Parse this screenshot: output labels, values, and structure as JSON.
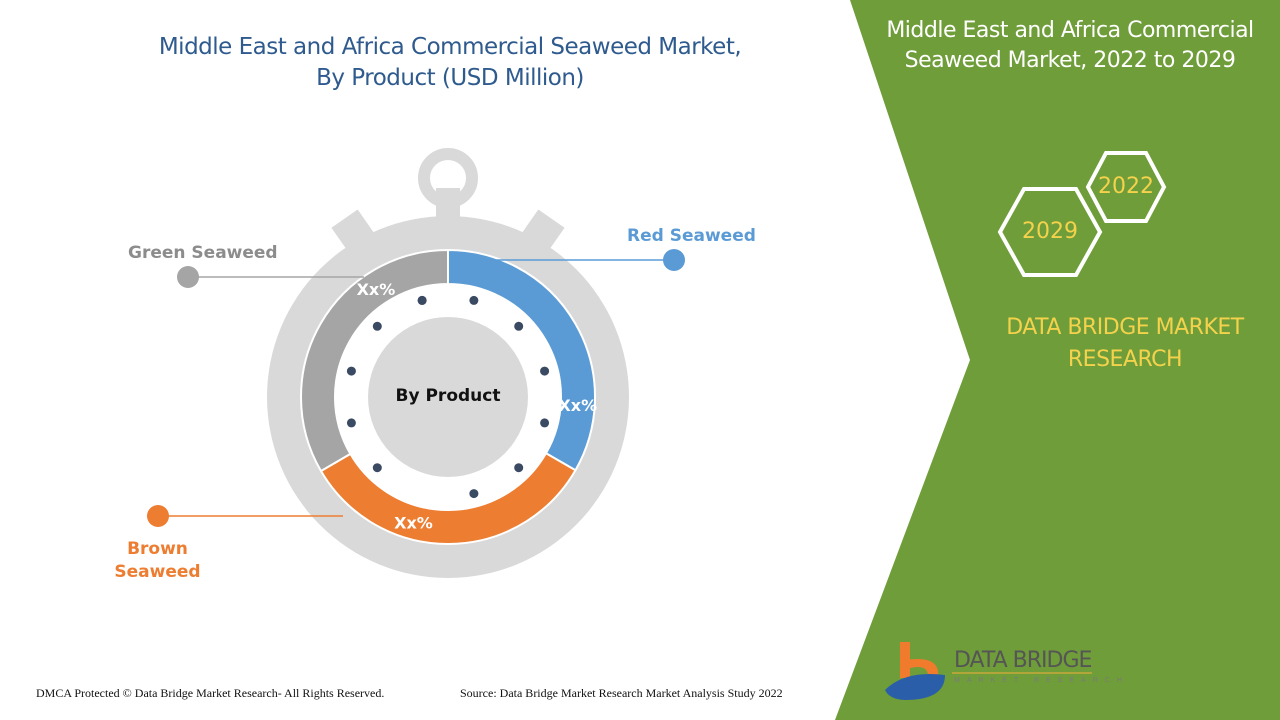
{
  "title_line1": "Middle East and Africa Commercial Seaweed Market,",
  "title_line2": "By Product (USD Million)",
  "side_panel": {
    "title_line1": "Middle East and Africa Commercial",
    "title_line2": "Seaweed Market, 2022 to 2029",
    "year_start": "2022",
    "year_end": "2029",
    "brand_line1": "DATA BRIDGE MARKET",
    "brand_line2": "RESEARCH",
    "color": "#6f9d3a"
  },
  "chart_data": {
    "type": "pie",
    "style": "donut (stopwatch)",
    "center_label": "By Product",
    "segments": [
      {
        "name": "Red Seaweed",
        "label": "Xx%",
        "share": 33.3,
        "color": "#5b9bd5"
      },
      {
        "name": "Brown Seaweed",
        "label": "Xx%",
        "share": 33.3,
        "color": "#ed7d31"
      },
      {
        "name": "Green Seaweed",
        "label": "Xx%",
        "share": 33.4,
        "color": "#a5a5a5"
      }
    ]
  },
  "legend": {
    "red": "Red Seaweed",
    "green": "Green Seaweed",
    "brown_line1": "Brown",
    "brown_line2": "Seaweed"
  },
  "logo": {
    "name": "DATA BRIDGE",
    "sub": "MARKET RESEARCH"
  },
  "footer": {
    "left": "DMCA Protected © Data Bridge Market Research- All Rights Reserved.",
    "right": "Source: Data Bridge Market Research Market Analysis Study 2022"
  }
}
